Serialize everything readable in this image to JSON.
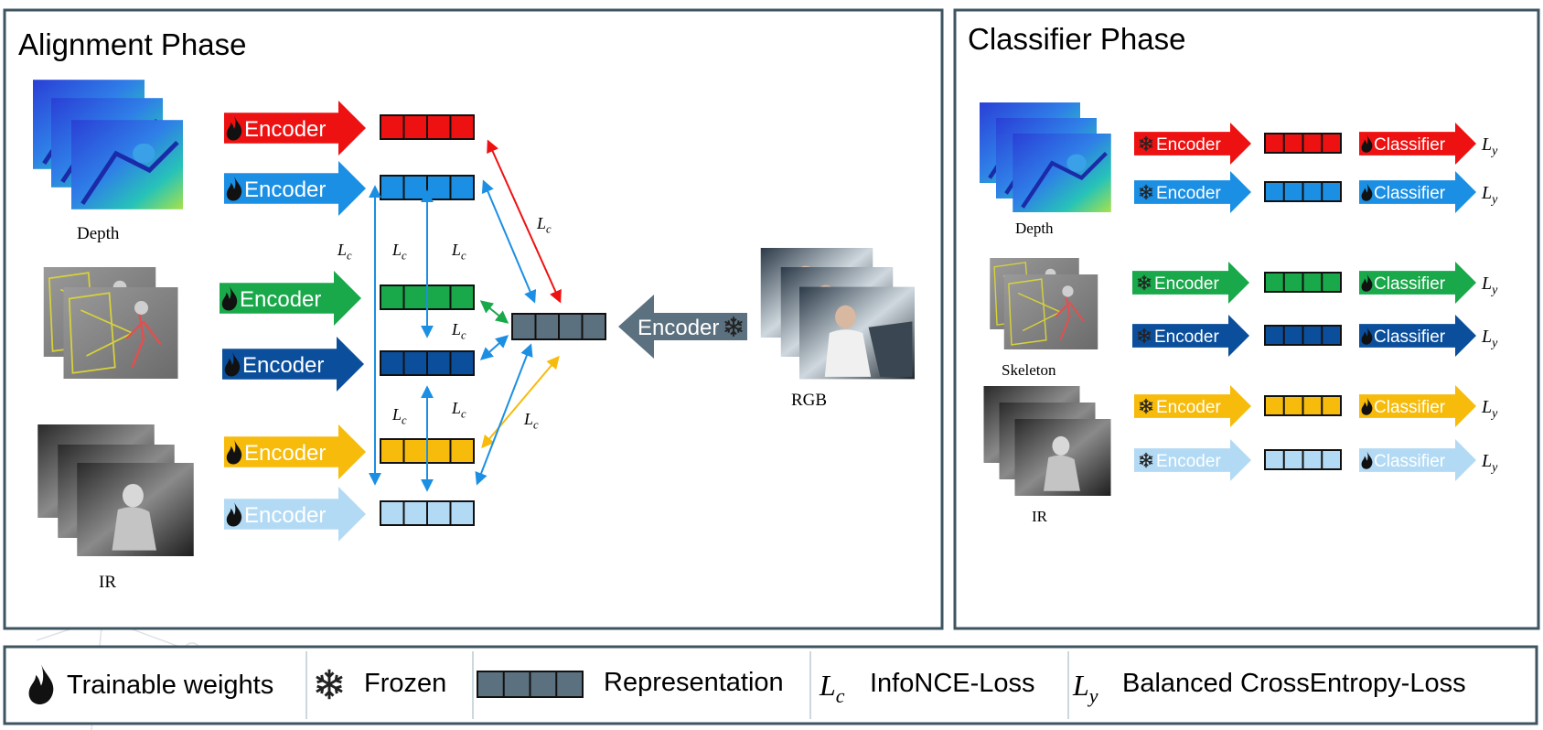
{
  "alignment": {
    "title": "Alignment Phase",
    "encoder_label": "Encoder",
    "loss_label": "L",
    "loss_sub": "c",
    "modalities": {
      "depth": "Depth",
      "ir": "IR",
      "rgb": "RGB"
    }
  },
  "classifier": {
    "title": "Classifier Phase",
    "encoder_label": "Encoder",
    "classifier_label": "Classifier",
    "loss_label": "L",
    "loss_sub": "y",
    "modalities": {
      "depth": "Depth",
      "skeleton": "Skeleton",
      "ir": "IR"
    }
  },
  "legend": {
    "trainable": "Trainable weights",
    "frozen": "Frozen",
    "representation": "Representation",
    "infonce_sym": "L",
    "infonce_sub": "c",
    "infonce": "InfoNCE-Loss",
    "bce_sym": "L",
    "bce_sub": "y",
    "bce": "Balanced CrossEntropy-Loss"
  },
  "colors": {
    "red": "#ee1111",
    "blue": "#1b8fe3",
    "green": "#19a84a",
    "dark_blue": "#0b4f9c",
    "yellow": "#f6bb0b",
    "light_blue": "#b3daf4",
    "gray": "#5c717f",
    "border": "#3e5561"
  }
}
